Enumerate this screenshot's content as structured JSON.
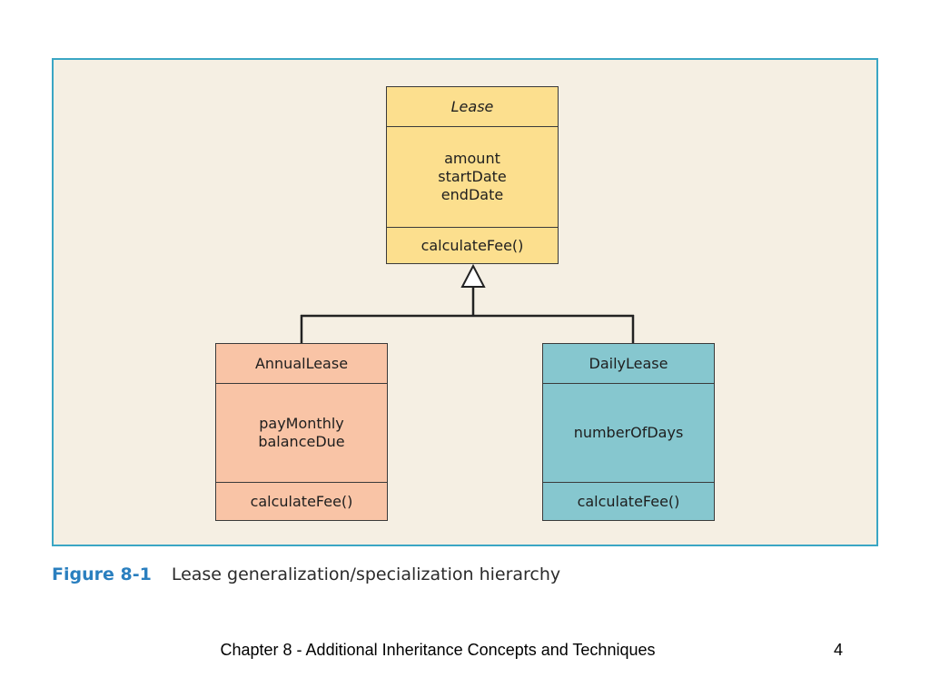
{
  "diagram": {
    "classes": [
      {
        "id": "lease",
        "name": "Lease",
        "name_italic": true,
        "attributes": [
          "amount",
          "startDate",
          "endDate"
        ],
        "methods": [
          "calculateFee()"
        ],
        "fill": "#fcdf8e"
      },
      {
        "id": "annual",
        "name": "AnnualLease",
        "attributes": [
          "payMonthly",
          "balanceDue"
        ],
        "methods": [
          "calculateFee()"
        ],
        "fill": "#f9c4a6"
      },
      {
        "id": "daily",
        "name": "DailyLease",
        "attributes": [
          "numberOfDays"
        ],
        "methods": [
          "calculateFee()"
        ],
        "fill": "#86c7cf"
      }
    ],
    "relationship": "generalization",
    "frame_border_color": "#3aa6c4",
    "frame_background": "#f5efe3"
  },
  "caption": {
    "label": "Figure 8-1",
    "text": "Lease generalization/specialization hierarchy",
    "label_color": "#2a7fbf"
  },
  "footer": {
    "title": "Chapter 8 - Additional Inheritance Concepts and Techniques",
    "page_number": "4"
  }
}
